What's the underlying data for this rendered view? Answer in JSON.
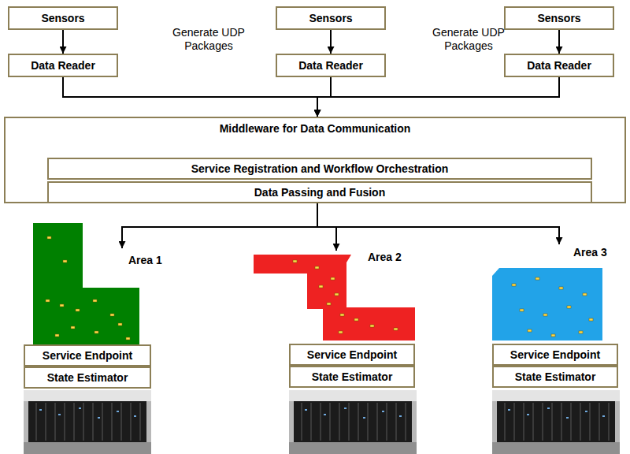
{
  "diagram": {
    "nodes": [
      {
        "text": [
          "Sensors"
        ]
      },
      {
        "text": [
          "Sensors"
        ]
      },
      {
        "text": [
          "Sensors"
        ]
      },
      {
        "text": [
          "Data Reader"
        ]
      },
      {
        "text": [
          "Data Reader"
        ]
      },
      {
        "text": [
          "Data Reader"
        ]
      },
      {
        "text": [
          "Middleware for Data Communication"
        ]
      },
      {
        "text": [
          "Service Registration and Workflow Orchestration"
        ],
        "in": 6
      },
      {
        "text": [
          "Data Passing and Fusion"
        ],
        "in": 6
      },
      {
        "text": [
          "Area 1"
        ]
      },
      {
        "text": [
          "Area 2"
        ]
      },
      {
        "text": [
          "Area 3"
        ]
      },
      {
        "text": [
          "Service Endpoint"
        ]
      },
      {
        "text": [
          "Service Endpoint"
        ]
      },
      {
        "text": [
          "Service Endpoint"
        ]
      },
      {
        "text": [
          "State Estimator"
        ]
      },
      {
        "text": [
          "State Estimator"
        ]
      },
      {
        "text": [
          "State Estimator"
        ]
      }
    ],
    "edges": [
      {
        "from": 0,
        "to": 3,
        "arrow": "to"
      },
      {
        "from": 1,
        "to": 4,
        "arrow": "to"
      },
      {
        "from": 2,
        "to": 5,
        "arrow": "to"
      },
      {
        "from": 3,
        "to": 6,
        "arrow": "to"
      },
      {
        "from": 4,
        "to": 6,
        "arrow": "to"
      },
      {
        "from": 5,
        "to": 6,
        "arrow": "to"
      },
      {
        "from": 6,
        "to": 9,
        "arrow": "to"
      },
      {
        "from": 6,
        "to": 10,
        "arrow": "to"
      },
      {
        "from": 6,
        "to": 11,
        "arrow": "to"
      }
    ],
    "labels": [
      "Generate UDP Packages",
      "Generate UDP Packages"
    ]
  }
}
